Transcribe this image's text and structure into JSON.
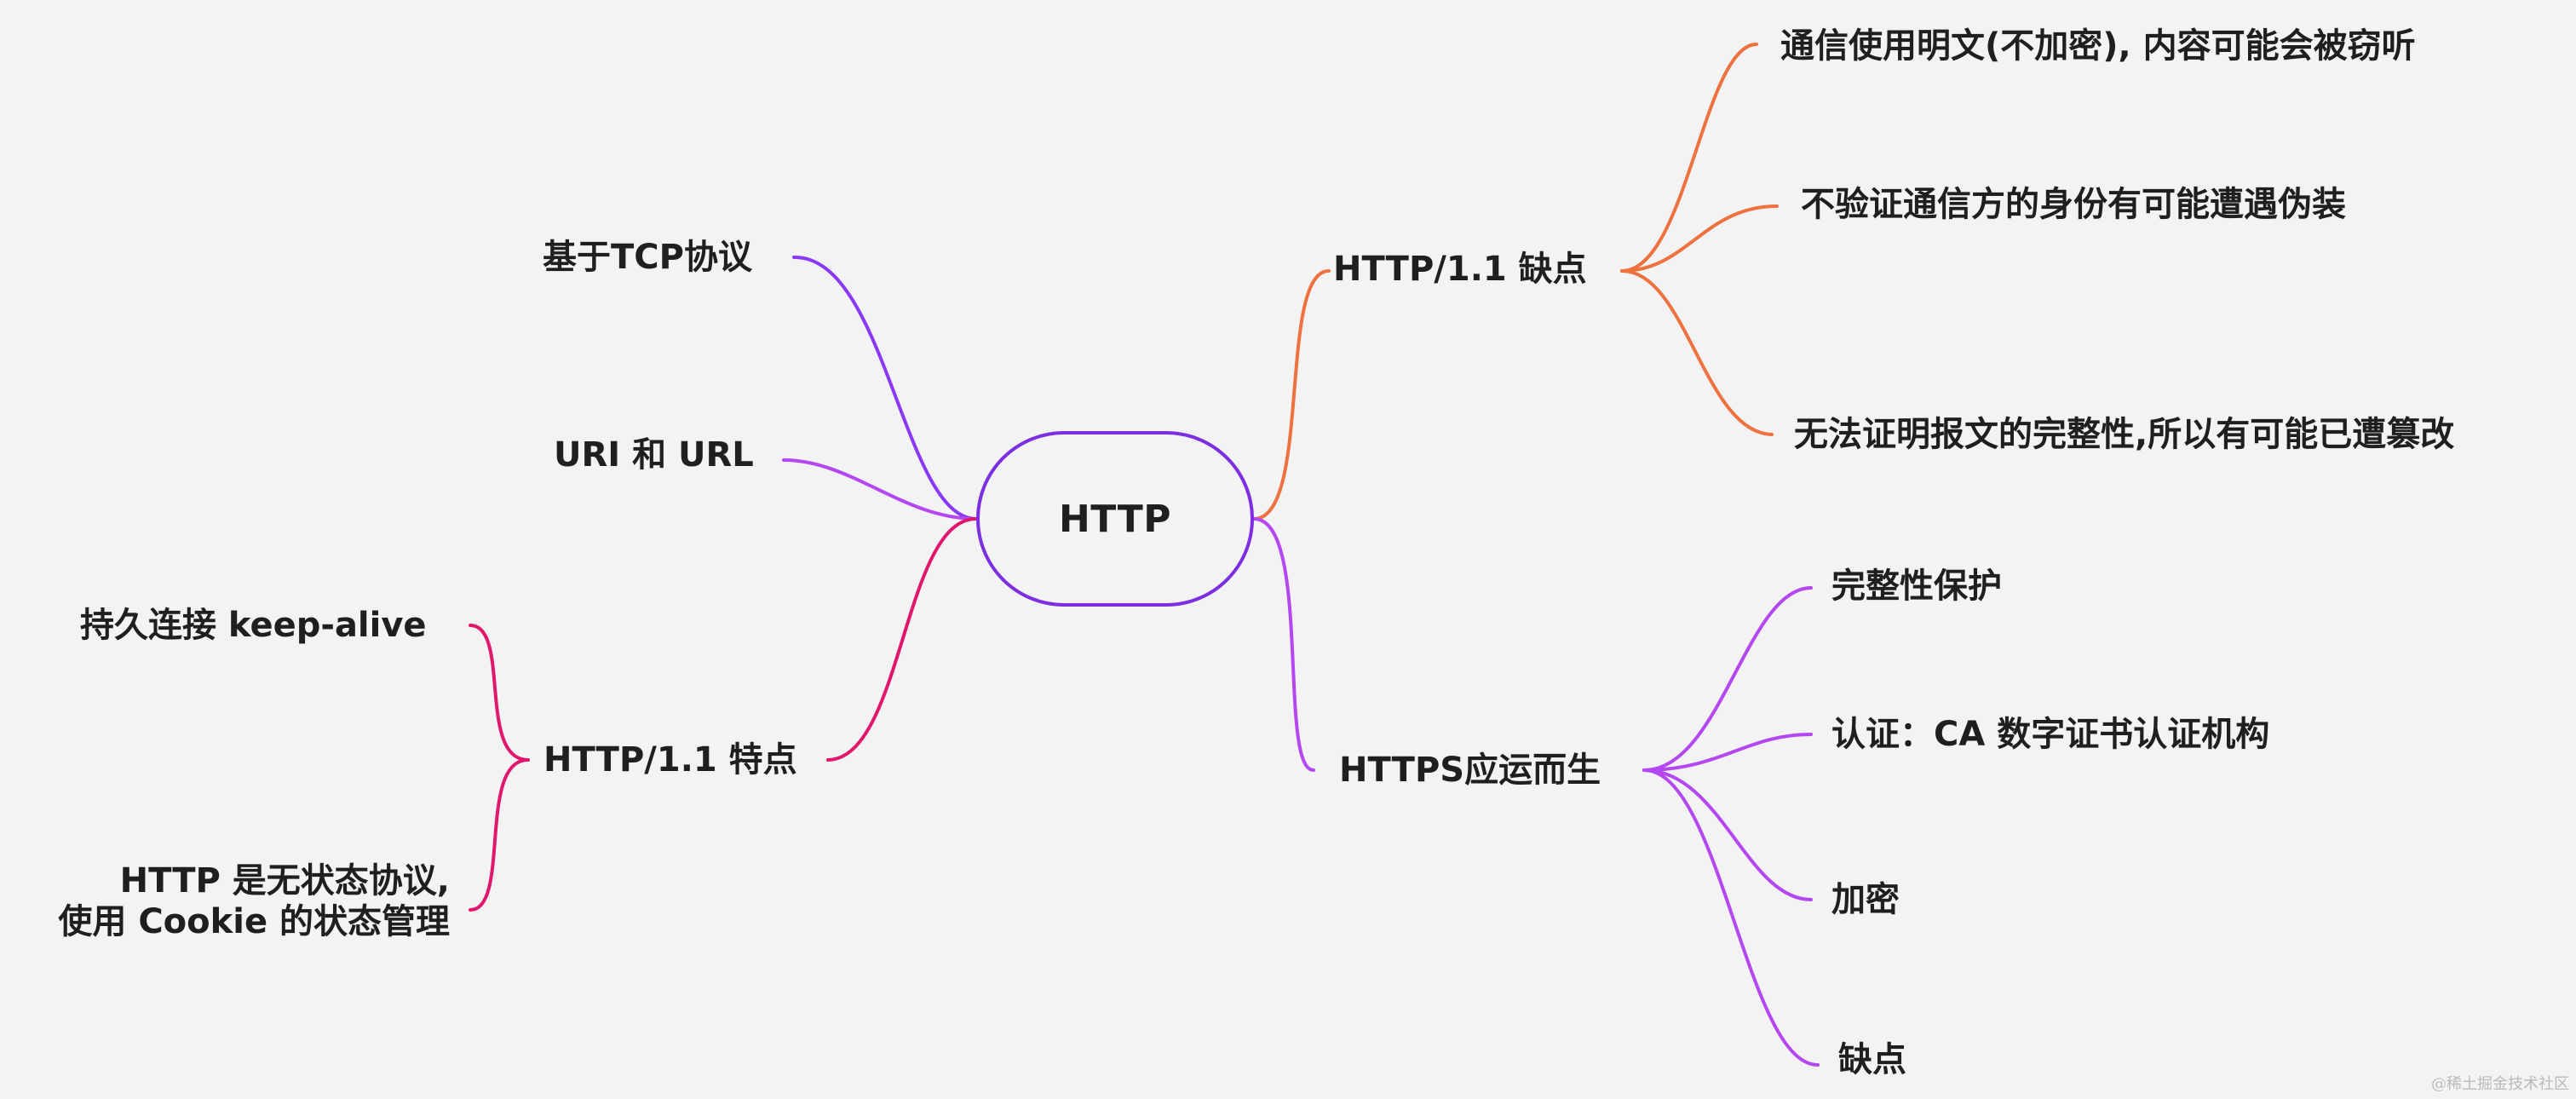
{
  "center": {
    "label": "HTTP"
  },
  "left": {
    "tcp": "基于TCP协议",
    "uri_url": "URI 和 URL",
    "features": {
      "label": "HTTP/1.1 特点",
      "children": [
        "持久连接 keep-alive",
        "HTTP 是无状态协议,\n使用 Cookie 的状态管理"
      ]
    }
  },
  "right": {
    "defects": {
      "label": "HTTP/1.1 缺点",
      "children": [
        "通信使用明文(不加密), 内容可能会被窃听",
        "不验证通信方的身份有可能遭遇伪装",
        "无法证明报文的完整性,所以有可能已遭篡改"
      ]
    },
    "https": {
      "label": "HTTPS应运而生",
      "children": [
        "完整性保护",
        "认证：CA 数字证书认证机构",
        "加密",
        "缺点"
      ]
    }
  },
  "colors": {
    "center_border": "#7b2fe0",
    "left_upper_links": "#8a38f5",
    "left_features_links": "#e0176d",
    "right_defects_links": "#ee7240",
    "right_https_links": "#b447f0",
    "background": "#f3f3f3"
  },
  "watermark": "@稀土掘金技术社区"
}
